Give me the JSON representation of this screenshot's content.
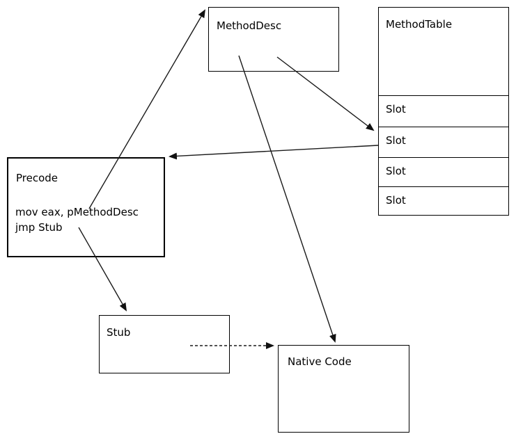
{
  "boxes": {
    "method_desc": {
      "label": "MethodDesc"
    },
    "method_table": {
      "label": "MethodTable",
      "slots": [
        "Slot",
        "Slot",
        "Slot",
        "Slot"
      ]
    },
    "precode": {
      "label": "Precode",
      "code_lines": [
        "mov eax, pMethodDesc",
        "jmp Stub"
      ]
    },
    "stub": {
      "label": "Stub"
    },
    "native_code": {
      "label": "Native Code"
    }
  },
  "arrows": [
    {
      "name": "arrow-precode-to-methoddesc",
      "from": "precode",
      "to": "method-desc",
      "style": "solid"
    },
    {
      "name": "arrow-methoddesc-to-slot",
      "from": "method-desc",
      "to": "method-table-slot-1",
      "style": "solid"
    },
    {
      "name": "arrow-slot-to-precode",
      "from": "method-table-slot-1",
      "to": "precode",
      "style": "solid"
    },
    {
      "name": "arrow-methoddesc-to-nativecode",
      "from": "method-desc",
      "to": "native-code",
      "style": "solid"
    },
    {
      "name": "arrow-precode-to-stub",
      "from": "precode",
      "to": "stub",
      "style": "solid"
    },
    {
      "name": "arrow-stub-to-nativecode",
      "from": "stub",
      "to": "native-code",
      "style": "dashed"
    }
  ],
  "colors": {
    "background": "#ffffff",
    "border": "#000000",
    "line": "#1a1a1a",
    "text": "#000000"
  }
}
